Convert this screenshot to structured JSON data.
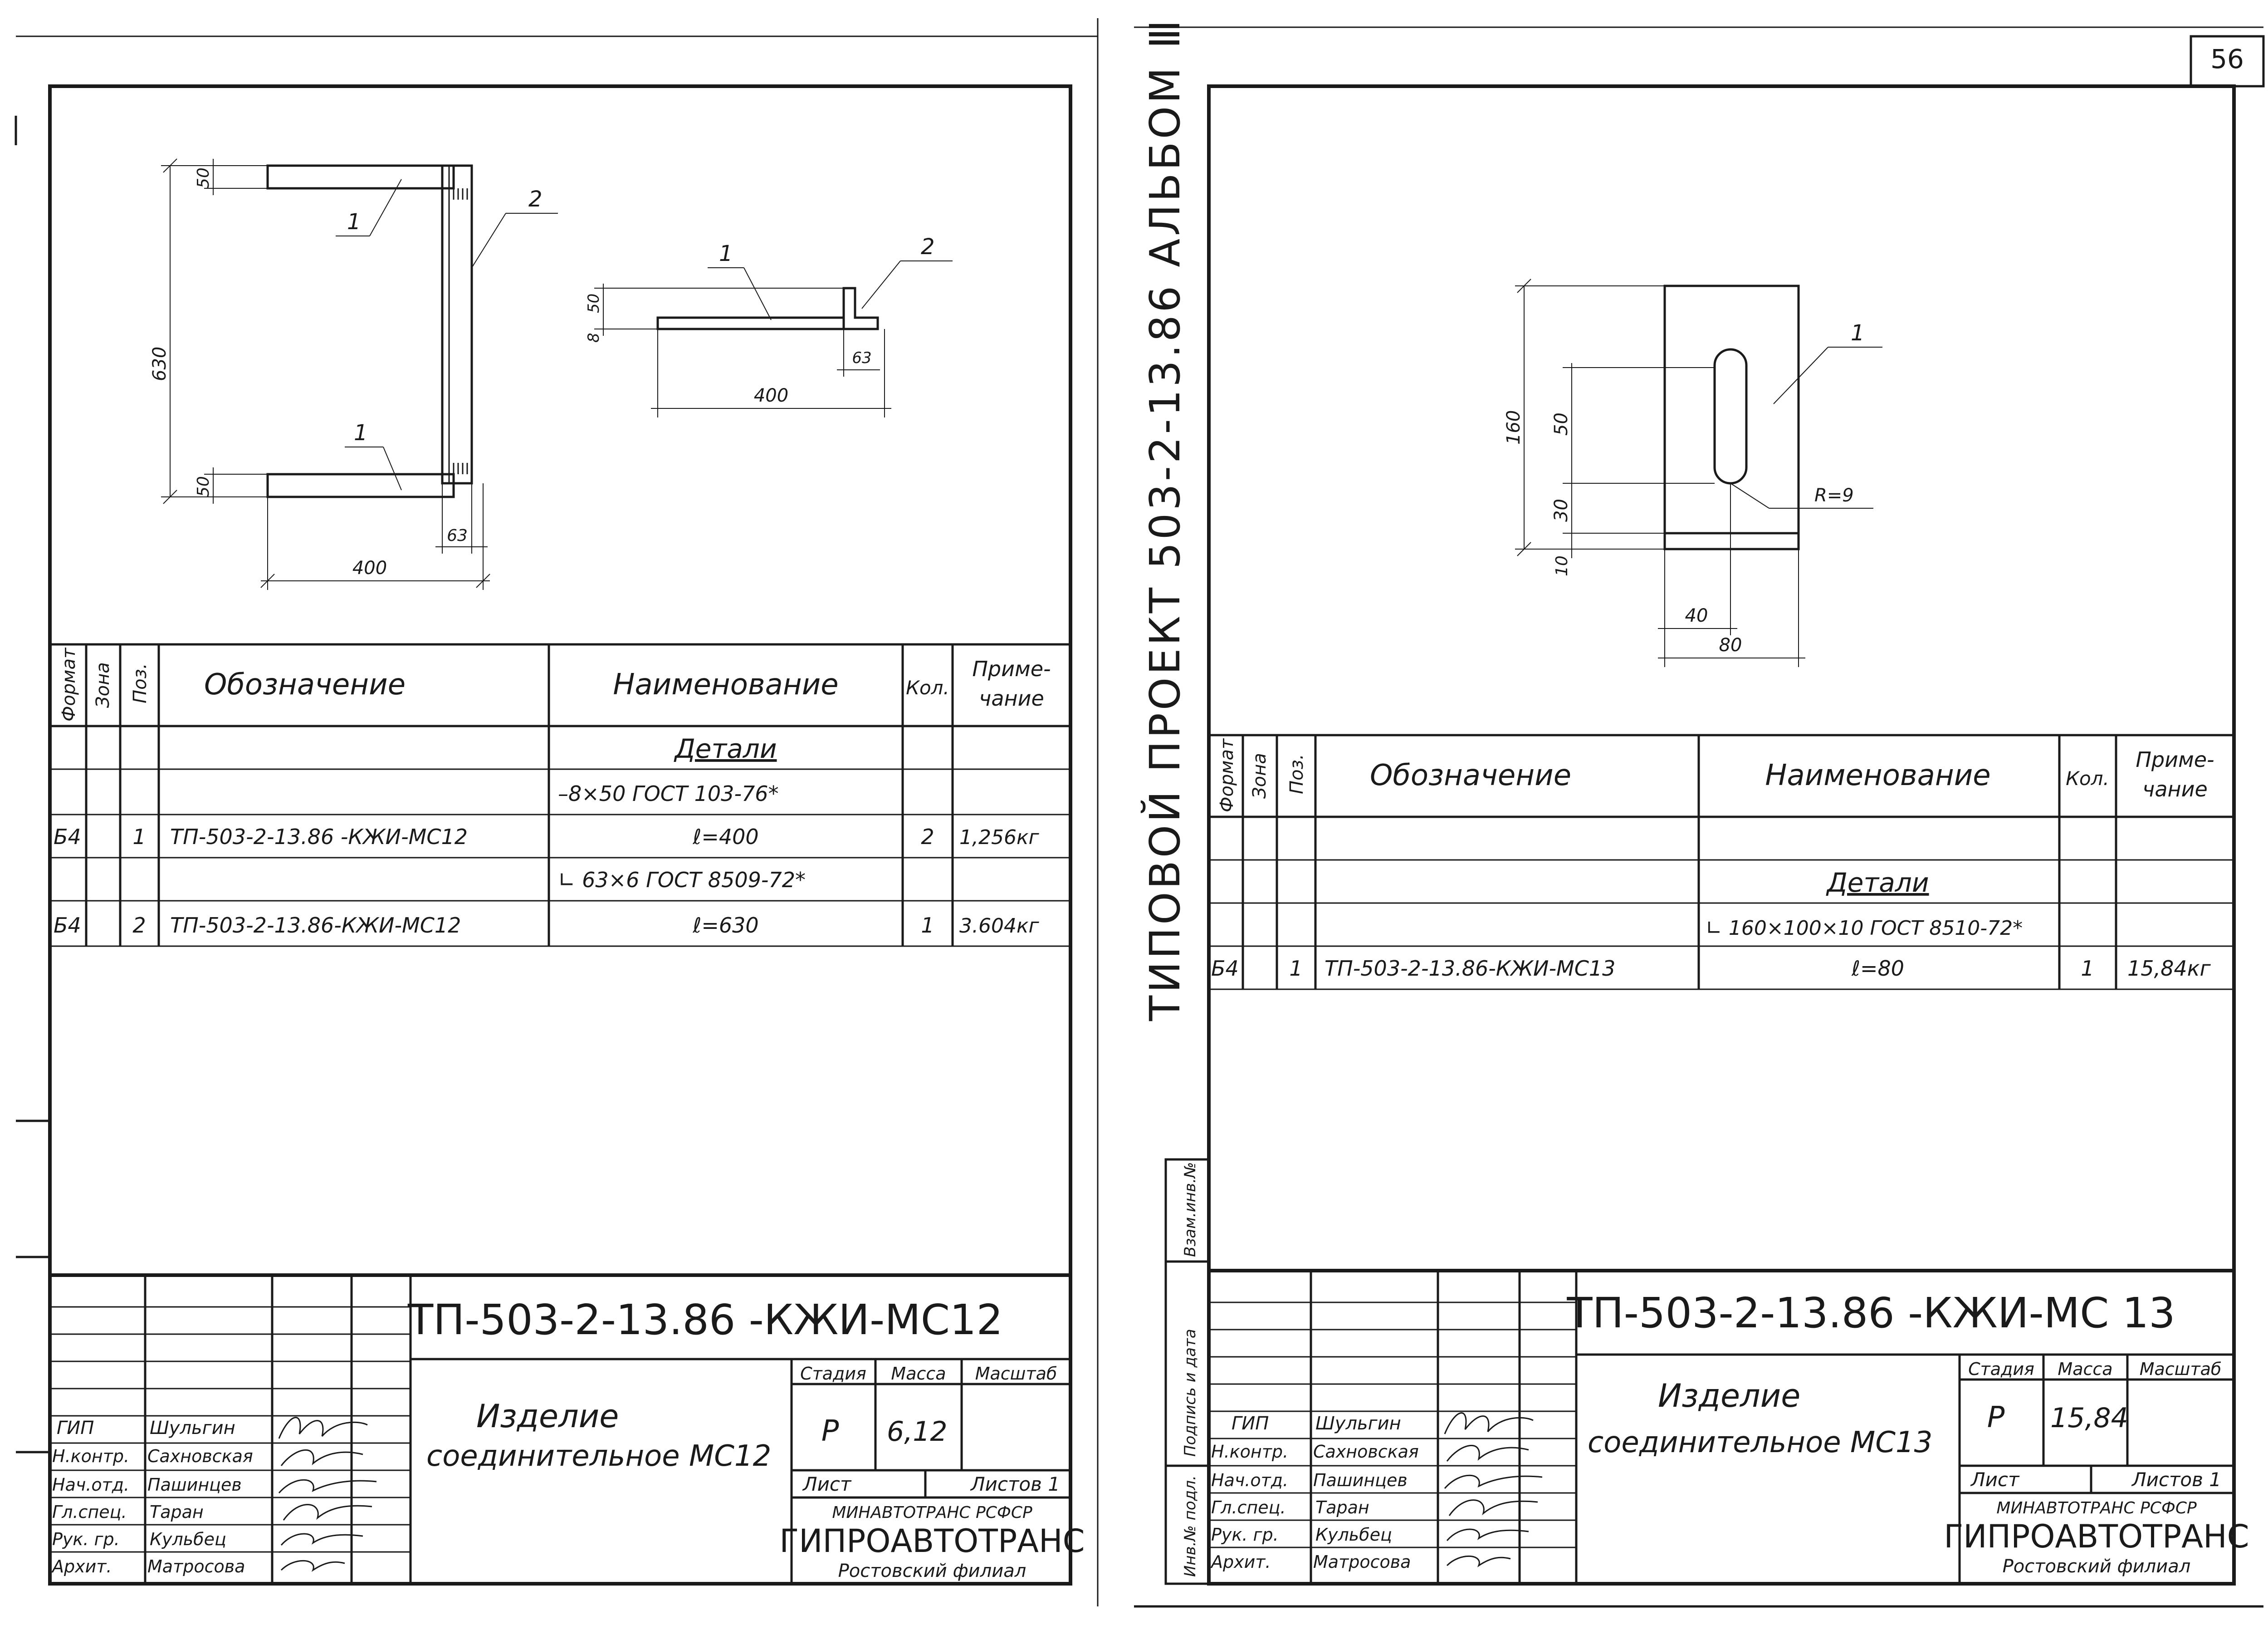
{
  "page_number": "56",
  "album_title": "ТИПОВОЙ ПРОЕКТ 503-2-13.86 АЛЬБОМ Ⅲ",
  "side_stamp": {
    "inv_podl": "Инв.№ подл.",
    "podpis_data": "Подпись и дата",
    "vzam_inv": "Взам.инв.№"
  },
  "headers": {
    "format": "Формат",
    "zona": "Зона",
    "poz": "Поз.",
    "oboznachenie": "Обозначение",
    "naimenovanie": "Наименование",
    "kol": "Кол.",
    "prim1": "Приме-",
    "prim2": "чание"
  },
  "tb_headers": {
    "stadia": "Стадия",
    "massa": "Масса",
    "masshtab": "Масштаб",
    "list": "Лист",
    "listov": "Листов 1"
  },
  "roles": [
    "ГИП",
    "Н.контр.",
    "Нач.отд.",
    "Гл.спец.",
    "Рук. гр.",
    "Архит."
  ],
  "names": [
    "Шульгин",
    "Сахновская",
    "Пашинцев",
    "Таран",
    "Кульбец",
    "Матросова"
  ],
  "org1": "МИНАВТОТРАНС РСФСР",
  "org2": "ГИПРОАВТОТРАНС",
  "org3": "Ростовский филиал",
  "left": {
    "dims": {
      "d50a": "50",
      "d630": "630",
      "d50b": "50",
      "d400": "400",
      "d63": "63",
      "s50": "50",
      "s8": "8",
      "s63": "63",
      "s400": "400"
    },
    "callouts": [
      "1",
      "2",
      "1",
      "1",
      "2"
    ],
    "spec_rows": [
      {
        "format": "",
        "poz": "",
        "designation": "",
        "name": "Детали",
        "qty": "",
        "note": ""
      },
      {
        "format": "",
        "poz": "",
        "designation": "",
        "name": "–8×50 ГОСТ 103-76*",
        "qty": "",
        "note": ""
      },
      {
        "format": "Б4",
        "poz": "1",
        "designation": "ТП-503-2-13.86 -КЖИ-МС12",
        "name": "ℓ=400",
        "qty": "2",
        "note": "1,256кг"
      },
      {
        "format": "",
        "poz": "",
        "designation": "",
        "name": "∟ 63×6 ГОСТ 8509-72*",
        "qty": "",
        "note": ""
      },
      {
        "format": "Б4",
        "poz": "2",
        "designation": "ТП-503-2-13.86-КЖИ-МС12",
        "name": "ℓ=630",
        "qty": "1",
        "note": "3.604кг"
      }
    ],
    "doc_code": "ТП-503-2-13.86 -КЖИ-МС12",
    "title1": "Изделие",
    "title2": "соединительное МС12",
    "stadia": "Р",
    "massa": "6,12"
  },
  "right": {
    "dims": {
      "d160": "160",
      "d50": "50",
      "d30": "30",
      "d10": "10",
      "d40": "40",
      "d80": "80",
      "radius": "R=9"
    },
    "callout": "1",
    "spec_rows": [
      {
        "format": "",
        "poz": "",
        "designation": "",
        "name": "",
        "qty": "",
        "note": ""
      },
      {
        "format": "",
        "poz": "",
        "designation": "",
        "name": "Детали",
        "qty": "",
        "note": ""
      },
      {
        "format": "",
        "poz": "",
        "designation": "",
        "name": "∟ 160×100×10 ГОСТ 8510-72*",
        "qty": "",
        "note": ""
      },
      {
        "format": "Б4",
        "poz": "1",
        "designation": "ТП-503-2-13.86-КЖИ-МС13",
        "name": "ℓ=80",
        "qty": "1",
        "note": "15,84кг"
      }
    ],
    "doc_code": "ТП-503-2-13.86 -КЖИ-МС 13",
    "title1": "Изделие",
    "title2": "соединительное МС13",
    "stadia": "Р",
    "massa": "15,84"
  },
  "colors": {
    "ink": "#1a1a1a",
    "paper": "#ffffff"
  }
}
